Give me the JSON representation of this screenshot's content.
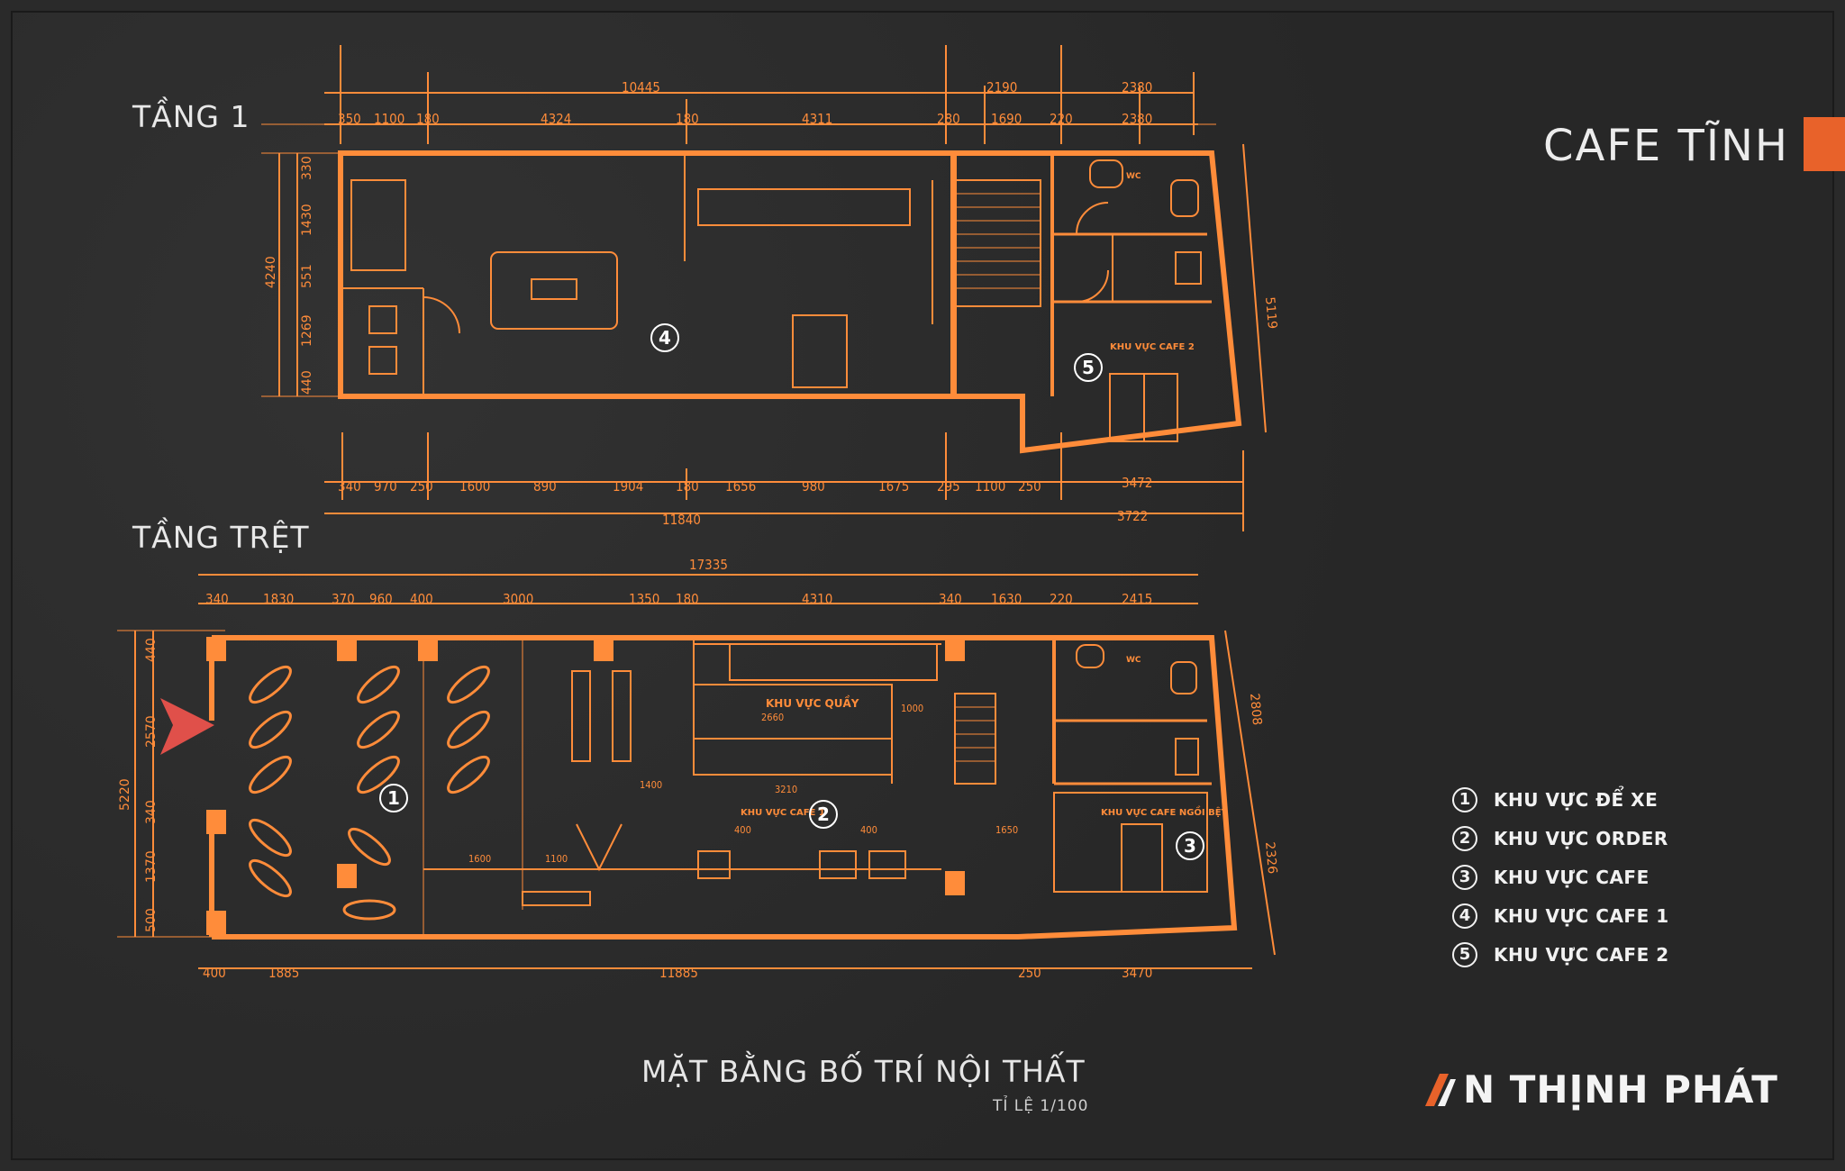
{
  "project": {
    "title": "CAFE TĨNH"
  },
  "floors": {
    "upper": "TẦNG 1",
    "ground": "TẦNG TRỆT"
  },
  "plan": {
    "title": "MẶT BẰNG BỐ TRÍ NỘI THẤT",
    "scale": "TỈ LỆ 1/100"
  },
  "brand": {
    "name": "N THỊNH PHÁT",
    "logo_icon": "an-logo-icon"
  },
  "legend": [
    {
      "num": "1",
      "label": "KHU VỰC ĐỂ XE"
    },
    {
      "num": "2",
      "label": "KHU VỰC ORDER"
    },
    {
      "num": "3",
      "label": "KHU VỰC CAFE"
    },
    {
      "num": "4",
      "label": "KHU VỰC CAFE 1"
    },
    {
      "num": "5",
      "label": "KHU VỰC CAFE 2"
    }
  ],
  "markers": {
    "m1": "1",
    "m2": "2",
    "m3": "3",
    "m4": "4",
    "m5": "5"
  },
  "room_labels": {
    "counter": "KHU VỰC QUẦY",
    "cafe1_label": "KHU VỰC CAFE 1",
    "cafe_garden": "KHU VỰC CAFE NGỒI BỆT",
    "cafe2_label": "KHU VỰC CAFE 2",
    "wc": "WC"
  },
  "dimensions_upper": {
    "top_total": "10445",
    "top_right1": "2190",
    "top_right2": "2380",
    "row": [
      "350",
      "1100",
      "180",
      "4324",
      "180",
      "4311",
      "280",
      "1690",
      "220",
      "2380"
    ],
    "left": [
      "330",
      "1430",
      "4240",
      "551",
      "1269",
      "440"
    ],
    "right": "5119",
    "bottom": [
      "340",
      "970",
      "250",
      "1600",
      "890",
      "1904",
      "180",
      "1656",
      "980",
      "1675",
      "295",
      "1100",
      "250",
      "3472"
    ],
    "bottom_total": "11840",
    "bottom_right": "3722"
  },
  "dimensions_ground": {
    "top_total": "17335",
    "row": [
      "340",
      "1830",
      "370",
      "960",
      "400",
      "3000",
      "1350",
      "180",
      "4310",
      "340",
      "1630",
      "220",
      "2415"
    ],
    "left": [
      "440",
      "2570",
      "5220",
      "340",
      "1370",
      "500"
    ],
    "right1": "2808",
    "right2": "2326",
    "bottom": [
      "400",
      "1885",
      "11885",
      "250",
      "3470"
    ],
    "inner": [
      "2660",
      "3210",
      "1600",
      "1100",
      "1400",
      "1000",
      "1650",
      "400",
      "400"
    ]
  },
  "colors": {
    "line": "#ff8c3a",
    "accent": "#e8622a",
    "arrow": "#e0504a"
  }
}
